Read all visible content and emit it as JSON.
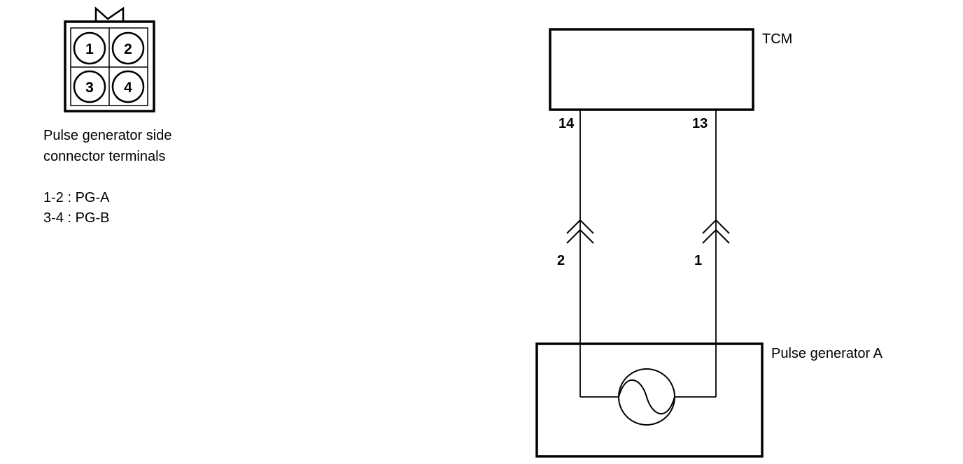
{
  "connector": {
    "pins": [
      "1",
      "2",
      "3",
      "4"
    ],
    "caption_line1": "Pulse generator side",
    "caption_line2": "connector terminals",
    "assignments": [
      "1-2 : PG-A",
      "3-4 : PG-B"
    ]
  },
  "schematic": {
    "tcm_label": "TCM",
    "tcm_pin_left": "14",
    "tcm_pin_right": "13",
    "connector_pin_left": "2",
    "connector_pin_right": "1",
    "generator_label": "Pulse generator A"
  },
  "colors": {
    "line": "#000000",
    "background": "#ffffff"
  }
}
